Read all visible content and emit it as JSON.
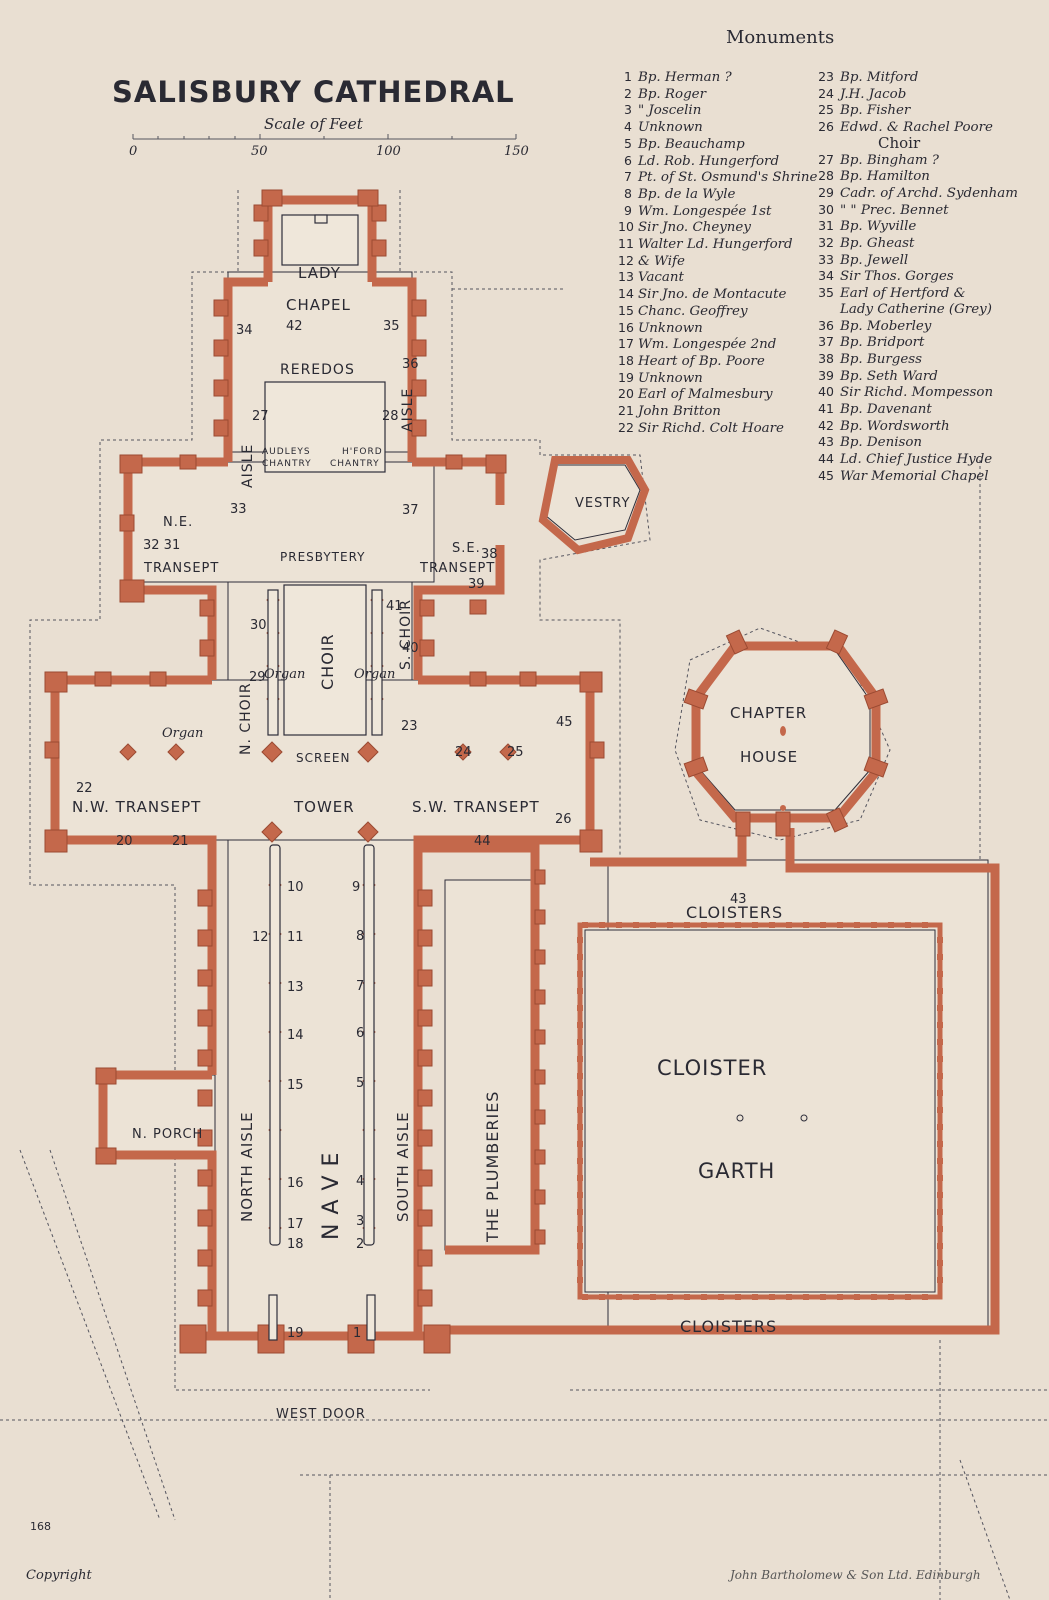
{
  "title": "SALISBURY CATHEDRAL",
  "scale": {
    "label": "Scale of Feet",
    "ticks": [
      "0",
      "50",
      "100",
      "150"
    ]
  },
  "labels": {
    "lady_chapel_1": "LADY",
    "lady_chapel_2": "CHAPEL",
    "reredos": "REREDOS",
    "audleys_1": "AUDLEYS",
    "audleys_2": "CHANTRY",
    "hford_1": "H'FORD",
    "hford_2": "CHANTRY",
    "aisle_left": "AISLE",
    "aisle_right": "AISLE",
    "vestry": "VESTRY",
    "ne_1": "N.E.",
    "ne_2": "TRANSEPT",
    "se_1": "S.E.",
    "se_2": "TRANSEPT",
    "presbytery": "PRESBYTERY",
    "choir": "CHOIR",
    "n_choir": "N. CHOIR",
    "s_choir": "S. CHOIR",
    "organ_1": "Organ",
    "organ_2": "Organ",
    "organ_3": "Organ",
    "screen": "SCREEN",
    "chapter_1": "CHAPTER",
    "chapter_2": "HOUSE",
    "nw_transept": "N.W. TRANSEPT",
    "tower": "TOWER",
    "sw_transept": "S.W. TRANSEPT",
    "cloisters_top": "CLOISTERS",
    "cloisters_bottom": "CLOISTERS",
    "north_aisle": "NORTH AISLE",
    "nave": "N A V E",
    "south_aisle": "SOUTH AISLE",
    "plumberies": "THE PLUMBERIES",
    "cloister_1": "CLOISTER",
    "cloister_2": "GARTH",
    "n_porch": "N. PORCH",
    "west_door": "WEST DOOR"
  },
  "numbers": {
    "n1": "1",
    "n2": "2",
    "n3": "3",
    "n4": "4",
    "n5": "5",
    "n6": "6",
    "n7": "7",
    "n8": "8",
    "n9": "9",
    "n10": "10",
    "n11": "11",
    "n12": "12",
    "n13": "13",
    "n14": "14",
    "n15": "15",
    "n16": "16",
    "n17": "17",
    "n18": "18",
    "n19": "19",
    "n20": "20",
    "n21": "21",
    "n22": "22",
    "n23": "23",
    "n24": "24",
    "n25": "25",
    "n26": "26",
    "n27": "27",
    "n28": "28",
    "n29": "29",
    "n30": "30",
    "n3231": "32 31",
    "n33": "33",
    "n34": "34",
    "n35": "35",
    "n36": "36",
    "n37": "37",
    "n38": "38",
    "n39": "39",
    "n40": "40",
    "n41": "41",
    "n42": "42",
    "n43": "43",
    "n44": "44",
    "n45": "45"
  },
  "legend": {
    "title": "Monuments",
    "col1": [
      {
        "n": "1",
        "text": "Bp. Herman ?"
      },
      {
        "n": "2",
        "text": "Bp. Roger"
      },
      {
        "n": "3",
        "text": "\" Joscelin"
      },
      {
        "n": "4",
        "text": "Unknown"
      },
      {
        "n": "5",
        "text": "Bp. Beauchamp"
      },
      {
        "n": "6",
        "text": "Ld. Rob. Hungerford"
      },
      {
        "n": "7",
        "text": "Pt. of St. Osmund's Shrine"
      },
      {
        "n": "8",
        "text": "Bp. de la Wyle"
      },
      {
        "n": "9",
        "text": "Wm. Longespée 1st"
      },
      {
        "n": "10",
        "text": "Sir Jno. Cheyney"
      },
      {
        "n": "11",
        "text": "Walter Ld. Hungerford"
      },
      {
        "n": "12",
        "text": "& Wife"
      },
      {
        "n": "13",
        "text": "Vacant"
      },
      {
        "n": "14",
        "text": "Sir Jno. de Montacute"
      },
      {
        "n": "15",
        "text": "Chanc. Geoffrey"
      },
      {
        "n": "16",
        "text": "Unknown"
      },
      {
        "n": "17",
        "text": "Wm. Longespée 2nd"
      },
      {
        "n": "18",
        "text": "Heart of Bp. Poore"
      },
      {
        "n": "19",
        "text": "Unknown"
      },
      {
        "n": "20",
        "text": "Earl of Malmesbury"
      },
      {
        "n": "21",
        "text": "John Britton"
      },
      {
        "n": "22",
        "text": "Sir Richd. Colt Hoare"
      }
    ],
    "col2": [
      {
        "n": "23",
        "text": "Bp. Mitford"
      },
      {
        "n": "24",
        "text": "J.H. Jacob"
      },
      {
        "n": "25",
        "text": "Bp. Fisher"
      },
      {
        "n": "26",
        "text": "Edwd. & Rachel Poore"
      },
      {
        "heading": "Choir"
      },
      {
        "n": "27",
        "text": "Bp. Bingham ?"
      },
      {
        "n": "28",
        "text": "Bp. Hamilton"
      },
      {
        "n": "29",
        "text": "Cadr. of Archd. Sydenham"
      },
      {
        "n": "30",
        "text": "\" \" Prec. Bennet"
      },
      {
        "n": "31",
        "text": "Bp. Wyville"
      },
      {
        "n": "32",
        "text": "Bp. Gheast"
      },
      {
        "n": "33",
        "text": "Bp. Jewell"
      },
      {
        "n": "34",
        "text": "Sir Thos. Gorges"
      },
      {
        "n": "35",
        "text": "Earl of Hertford &"
      },
      {
        "cont": "Lady Catherine (Grey)"
      },
      {
        "n": "36",
        "text": "Bp. Moberley"
      },
      {
        "n": "37",
        "text": "Bp. Bridport"
      },
      {
        "n": "38",
        "text": "Bp. Burgess"
      },
      {
        "n": "39",
        "text": "Bp. Seth Ward"
      },
      {
        "n": "40",
        "text": "Sir Richd. Mompesson"
      },
      {
        "n": "41",
        "text": "Bp. Davenant"
      },
      {
        "n": "42",
        "text": "Bp. Wordsworth"
      },
      {
        "n": "43",
        "text": "Bp. Denison"
      },
      {
        "n": "44",
        "text": "Ld. Chief Justice Hyde"
      },
      {
        "n": "45",
        "text": "War Memorial Chapel"
      }
    ]
  },
  "footer": {
    "page_number": "168",
    "copyright": "Copyright",
    "publisher": "John Bartholomew & Son Ltd. Edinburgh"
  },
  "colors": {
    "paper": "#e9dfd2",
    "walls": "#c4684b",
    "ink": "#2a2a33"
  }
}
